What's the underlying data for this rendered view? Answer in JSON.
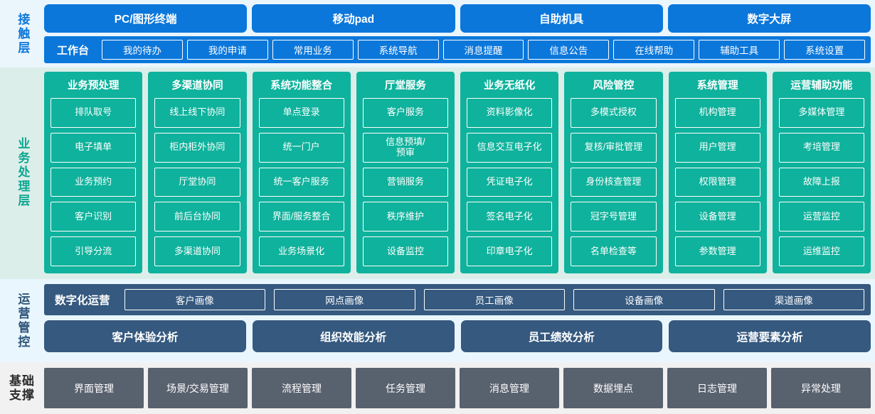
{
  "colors": {
    "blue": "#0b77db",
    "blue_band_bg": "#eaf5fc",
    "green": "#0fb29c",
    "green_band_bg": "#dceee9",
    "dark_blue": "#35597f",
    "ops_band_bg": "#e9f6fd",
    "gray": "#58616e",
    "gray_band_bg": "#f1f1f1"
  },
  "layers": {
    "touch": {
      "label": "接触层",
      "terminals": [
        "PC/图形终端",
        "移动pad",
        "自助机具",
        "数字大屏"
      ],
      "workbench_label": "工作台",
      "workbench_items": [
        "我的待办",
        "我的申请",
        "常用业务",
        "系统导航",
        "消息提醒",
        "信息公告",
        "在线帮助",
        "辅助工具",
        "系统设置"
      ]
    },
    "business": {
      "label": "业务处理层",
      "columns": [
        {
          "title": "业务预处理",
          "items": [
            "排队取号",
            "电子填单",
            "业务预约",
            "客户识别",
            "引导分流"
          ]
        },
        {
          "title": "多渠道协同",
          "items": [
            "线上线下协同",
            "柜内柜外协同",
            "厅堂协同",
            "前后台协同",
            "多渠道协同"
          ]
        },
        {
          "title": "系统功能整合",
          "items": [
            "单点登录",
            "统一门户",
            "统一客户服务",
            "界面/服务整合",
            "业务场景化"
          ]
        },
        {
          "title": "厅堂服务",
          "items": [
            "客户服务",
            "信息预填/\n预审",
            "营销服务",
            "秩序维护",
            "设备监控"
          ]
        },
        {
          "title": "业务无纸化",
          "items": [
            "资料影像化",
            "信息交互电子化",
            "凭证电子化",
            "签名电子化",
            "印章电子化"
          ]
        },
        {
          "title": "风险管控",
          "items": [
            "多模式授权",
            "复核/审批管理",
            "身份核查管理",
            "冠字号管理",
            "名单检查等"
          ]
        },
        {
          "title": "系统管理",
          "items": [
            "机构管理",
            "用户管理",
            "权限管理",
            "设备管理",
            "参数管理"
          ]
        },
        {
          "title": "运营辅助功能",
          "items": [
            "多媒体管理",
            "考培管理",
            "故障上报",
            "运营监控",
            "运维监控"
          ]
        }
      ]
    },
    "operation": {
      "label": "运营管控",
      "digital_ops_label": "数字化运营",
      "portraits": [
        "客户画像",
        "网点画像",
        "员工画像",
        "设备画像",
        "渠道画像"
      ],
      "analyses": [
        "客户体验分析",
        "组织效能分析",
        "员工绩效分析",
        "运营要素分析"
      ]
    },
    "base": {
      "label_line1": "基础",
      "label_line2": "支撑",
      "items": [
        "界面管理",
        "场景/交易管理",
        "流程管理",
        "任务管理",
        "消息管理",
        "数据埋点",
        "日志管理",
        "异常处理"
      ]
    }
  }
}
